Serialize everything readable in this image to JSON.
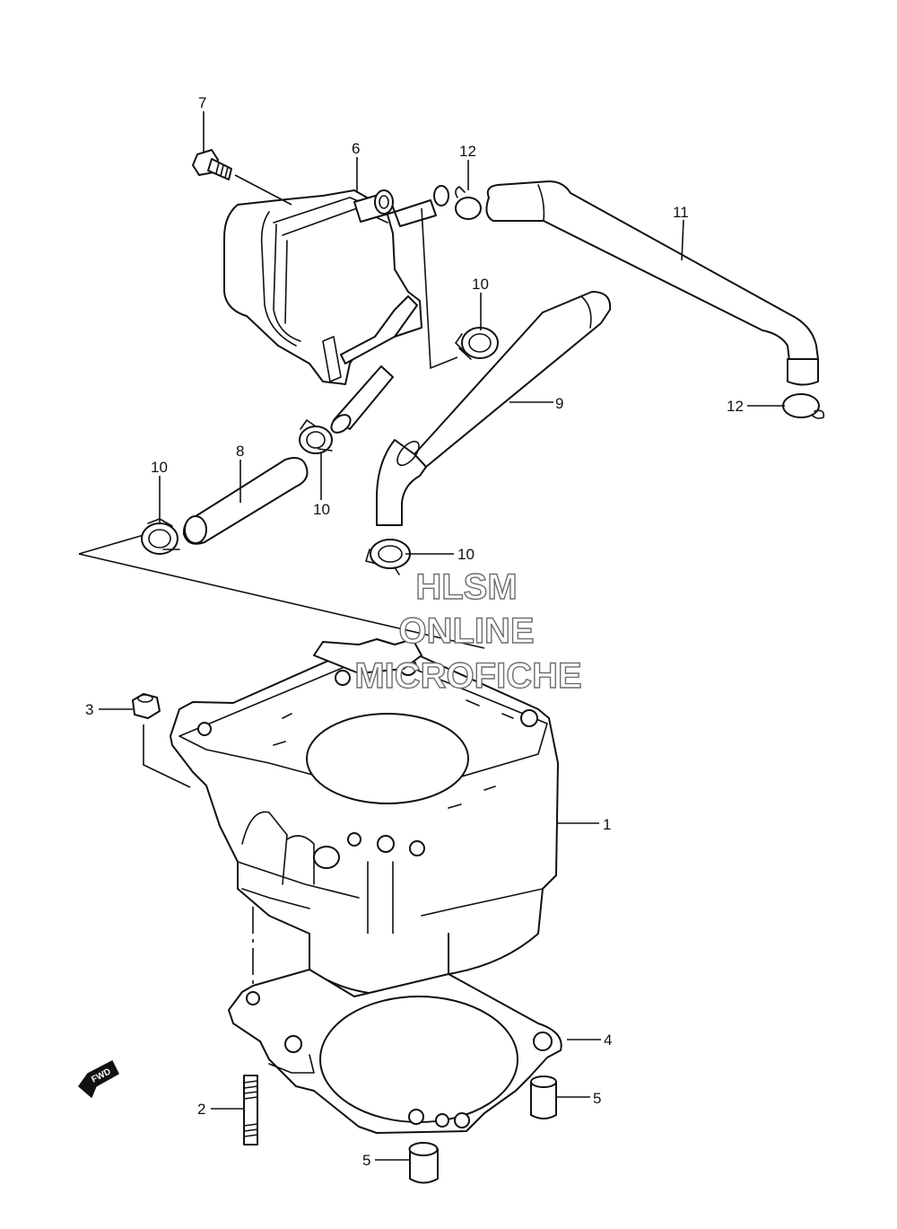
{
  "watermark": {
    "line1": "HLSM",
    "line2": "ONLINE",
    "line3": "MICROFICHE"
  },
  "direction_marker": {
    "label": "FWD",
    "icon": "fwd-arrow-icon"
  },
  "callouts": {
    "c1": "1",
    "c2": "2",
    "c3": "3",
    "c4": "4",
    "c5a": "5",
    "c5b": "5",
    "c6": "6",
    "c7": "7",
    "c8": "8",
    "c9": "9",
    "c10a": "10",
    "c10b": "10",
    "c10c": "10",
    "c10d": "10",
    "c11": "11",
    "c12a": "12",
    "c12b": "12"
  }
}
